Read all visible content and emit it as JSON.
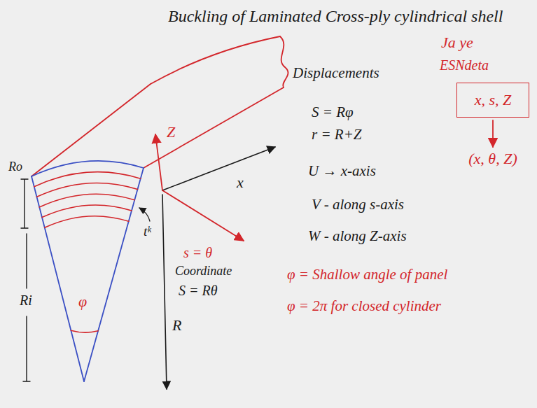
{
  "diagram": {
    "title": "Buckling of Laminated Cross-ply cylindrical shell",
    "nodes": [
      {
        "text": [
          "x, s, Z"
        ]
      }
    ],
    "labels": [
      "Ja ye",
      "ESNdeta",
      "(x, θ, Z)",
      "Displacements",
      "S = Rφ",
      "r = R+Z",
      "U → x-axis",
      "V - along s-axis",
      "W - along Z-axis",
      "φ = Shallow angle of panel",
      "φ = 2π for closed cylinder",
      "Ro",
      "Ri",
      "φ",
      "tᵏ",
      "R",
      "Z",
      "x",
      "s = θ",
      "Coordinate",
      "S = Rθ"
    ]
  }
}
